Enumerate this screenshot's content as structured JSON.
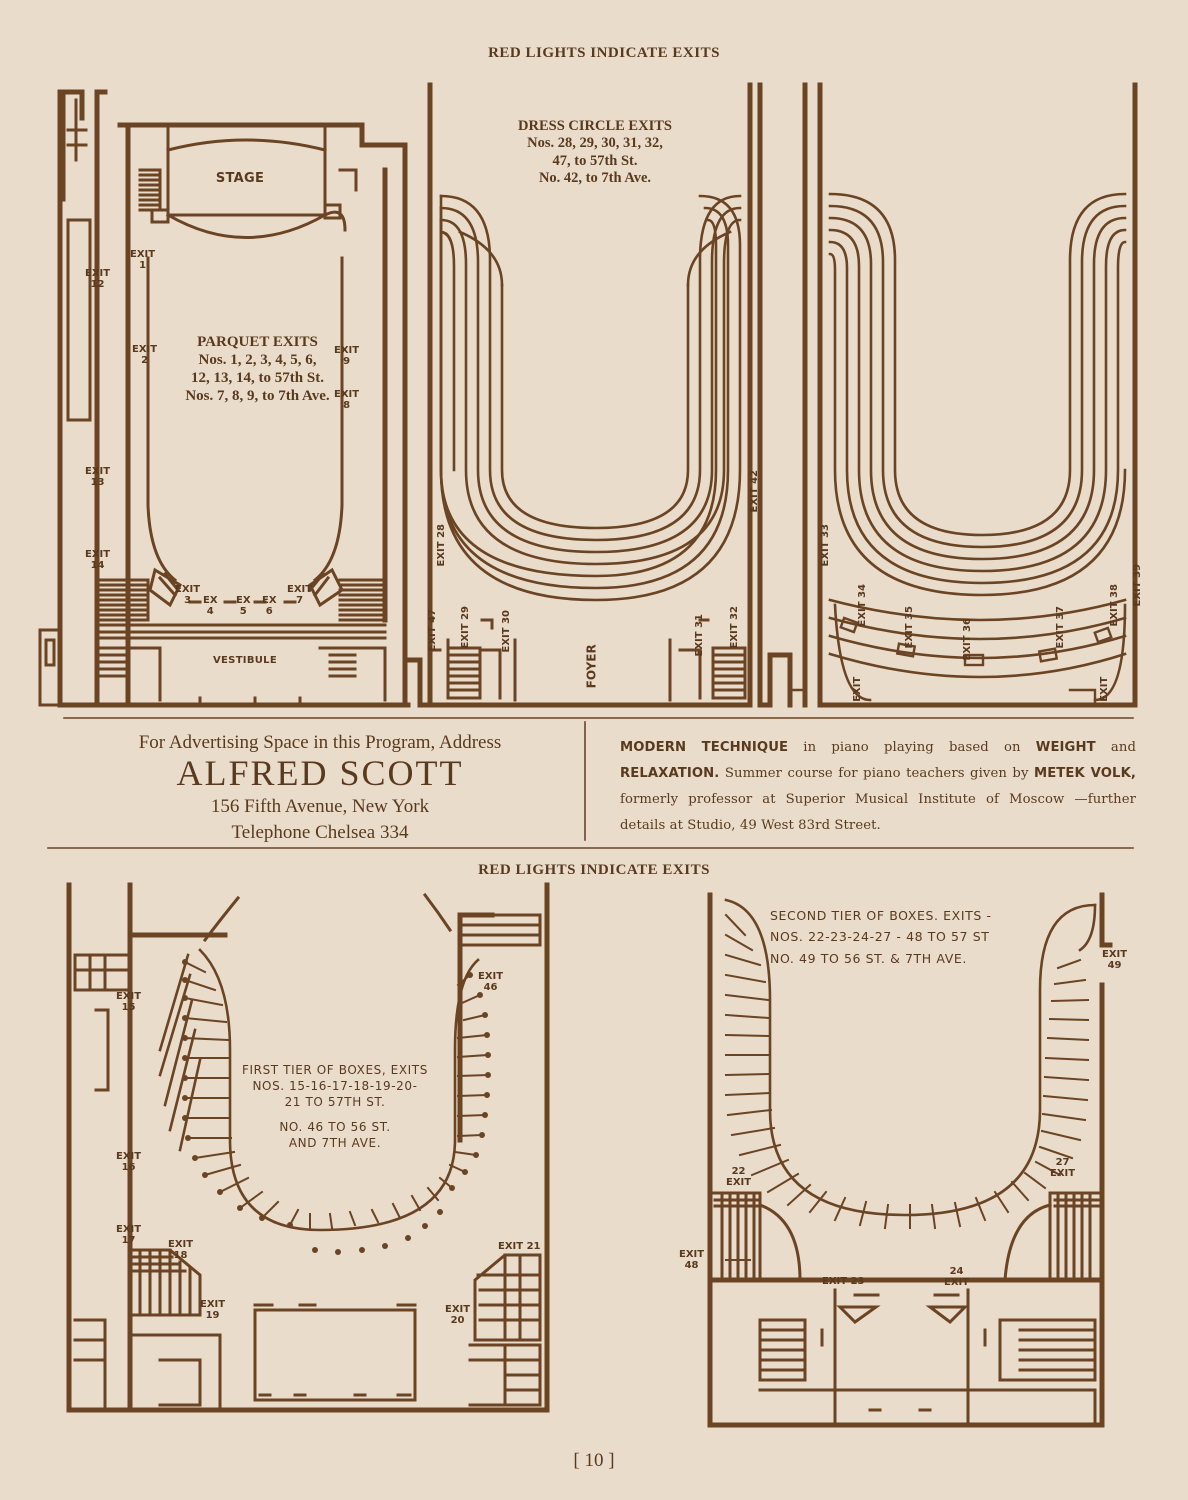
{
  "top_header": "RED LIGHTS INDICATE EXITS",
  "bottom_header": "RED LIGHTS INDICATE EXITS",
  "parquet_plan": {
    "stage_label": "STAGE",
    "vestibule_label": "VESTIBULE",
    "exits_title": "PARQUET EXITS",
    "exits_line1": "Nos. 1, 2, 3, 4, 5, 6,",
    "exits_line2": "12, 13, 14, to 57th St.",
    "exits_line3": "Nos. 7, 8, 9, to 7th Ave.",
    "exit_1": "EXIT\n1",
    "exit_2": "EXIT\n2",
    "exit_3": "EXIT\n3",
    "exit_4": "EX\n4",
    "exit_5": "EX\n5",
    "exit_6": "EX\n6",
    "exit_7": "EXIT\n7",
    "exit_8": "EXIT\n8",
    "exit_9": "EXIT\n9",
    "exit_12": "EXIT\n12",
    "exit_13": "EXIT\n13",
    "exit_14": "EXIT\n14"
  },
  "dress_circle_plan": {
    "exits_title": "DRESS CIRCLE EXITS",
    "exits_line1": "Nos. 28, 29, 30, 31, 32,",
    "exits_line2": "47, to 57th St.",
    "exits_line3": "No. 42, to 7th Ave.",
    "foyer_label": "FOYER",
    "exit_28": "EXIT 28",
    "exit_29": "EXIT 29",
    "exit_30": "EXIT 30",
    "exit_31": "EXIT 31",
    "exit_32": "EXIT 32",
    "exit_42": "EXIT 42",
    "exit_47": "EXIT 47"
  },
  "balcony_plan": {
    "exit_33": "EXIT 33",
    "exit_34": "EXIT 34",
    "exit_35": "EXIT 35",
    "exit_36": "EXIT 36",
    "exit_37": "EXIT 37",
    "exit_38": "EXIT 38",
    "exit_39": "EXIT 39",
    "exit_bl": "EXIT",
    "exit_br": "EXIT"
  },
  "advert_left": {
    "line1": "For Advertising Space in this Program, Address",
    "name": "ALFRED SCOTT",
    "line3": "156 Fifth Avenue, New York",
    "line4": "Telephone Chelsea 334"
  },
  "advert_right": {
    "b1": "MODERN TECHNIQUE",
    "t1": " in piano playing based on ",
    "b2": "WEIGHT",
    "t2": " and ",
    "b3": "RELAXATION.",
    "t3": " Summer course for piano teachers given by ",
    "b4": "METEK VOLK,",
    "t4": " formerly professor at Superior Musical Institute of Moscow —further details at Studio, 49 West 83rd Street."
  },
  "first_tier_plan": {
    "line1": "FIRST TIER OF BOXES, EXITS",
    "line2": "NOS. 15-16-17-18-19-20-",
    "line3": "21 TO 57TH ST.",
    "line4": "NO. 46 TO 56 ST.",
    "line5": "AND 7TH AVE.",
    "exit_15": "EXIT\n15",
    "exit_16": "EXIT\n16",
    "exit_17": "EXIT\n17",
    "exit_18": "EXIT\n18",
    "exit_19": "EXIT\n19",
    "exit_20": "EXIT\n20",
    "exit_21": "EXIT 21",
    "exit_46": "EXIT\n46"
  },
  "second_tier_plan": {
    "line1": "SECOND TIER OF BOXES. EXITS -",
    "line2": "NOS. 22-23-24-27 - 48 TO 57 ST",
    "line3": "NO. 49 TO 56 ST. & 7TH AVE.",
    "exit_22": "22\nEXIT",
    "exit_23": "EXIT 23",
    "exit_24": "24\nEXIT",
    "exit_27": "27\nEXIT",
    "exit_48": "EXIT\n48",
    "exit_49": "EXIT\n49"
  },
  "page_number": "[ 10 ]"
}
